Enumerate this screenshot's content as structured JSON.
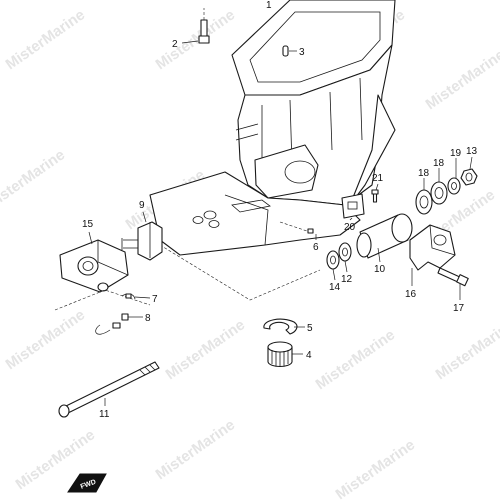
{
  "watermark": "MisterMarine",
  "fwd_label": "FWD",
  "callouts": {
    "c1": "1",
    "c2": "2",
    "c3": "3",
    "c4": "4",
    "c5": "5",
    "c6": "6",
    "c7": "7",
    "c8": "8",
    "c9": "9",
    "c10": "10",
    "c11": "11",
    "c12": "12",
    "c13": "13",
    "c14": "14",
    "c15": "15",
    "c16": "16",
    "c17": "17",
    "c18a": "18",
    "c18b": "18",
    "c19": "19",
    "c20": "20",
    "c21": "21"
  }
}
